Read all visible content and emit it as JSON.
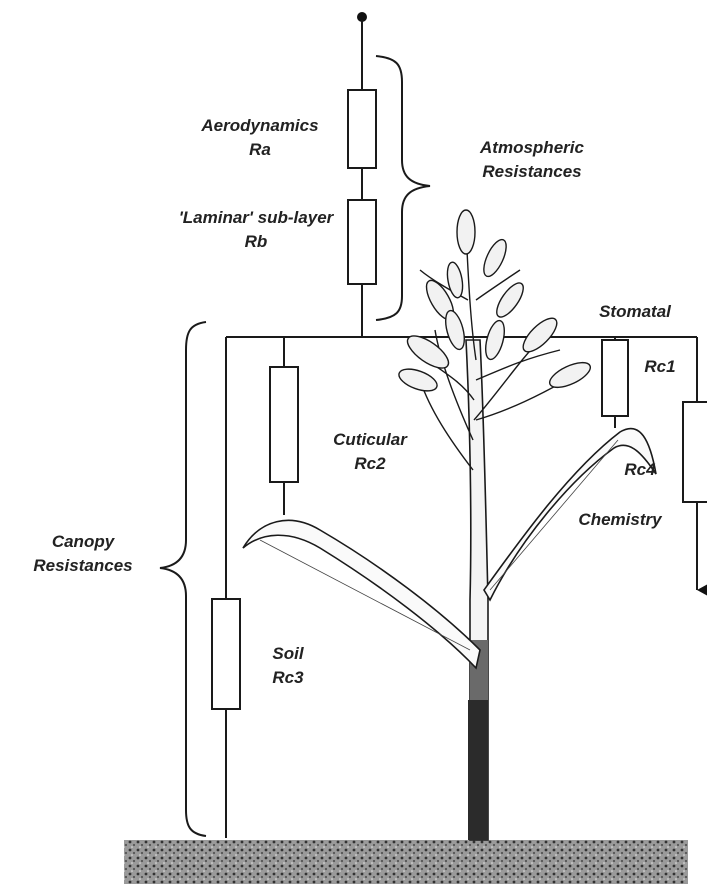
{
  "labels": {
    "aerodynamics": {
      "line1": "Aerodynamics",
      "line2": "Ra"
    },
    "laminar": {
      "line1": "'Laminar' sub-layer",
      "line2": "Rb"
    },
    "atmospheric": {
      "line1": "Atmospheric",
      "line2": "Resistances"
    },
    "stomatal": {
      "line1": "Stomatal"
    },
    "rc1": {
      "line1": "Rc1"
    },
    "cuticular": {
      "line1": "Cuticular",
      "line2": "Rc2"
    },
    "rc4": {
      "line1": "Rc4"
    },
    "chemistry": {
      "line1": "Chemistry"
    },
    "canopy": {
      "line1": "Canopy",
      "line2": "Resistances"
    },
    "soil": {
      "line1": "Soil",
      "line2": "Rc3"
    }
  },
  "colors": {
    "line": "#1a1a1a",
    "soil_fill": "#8c8c8c",
    "stem_dark": "#2b2b2b"
  }
}
